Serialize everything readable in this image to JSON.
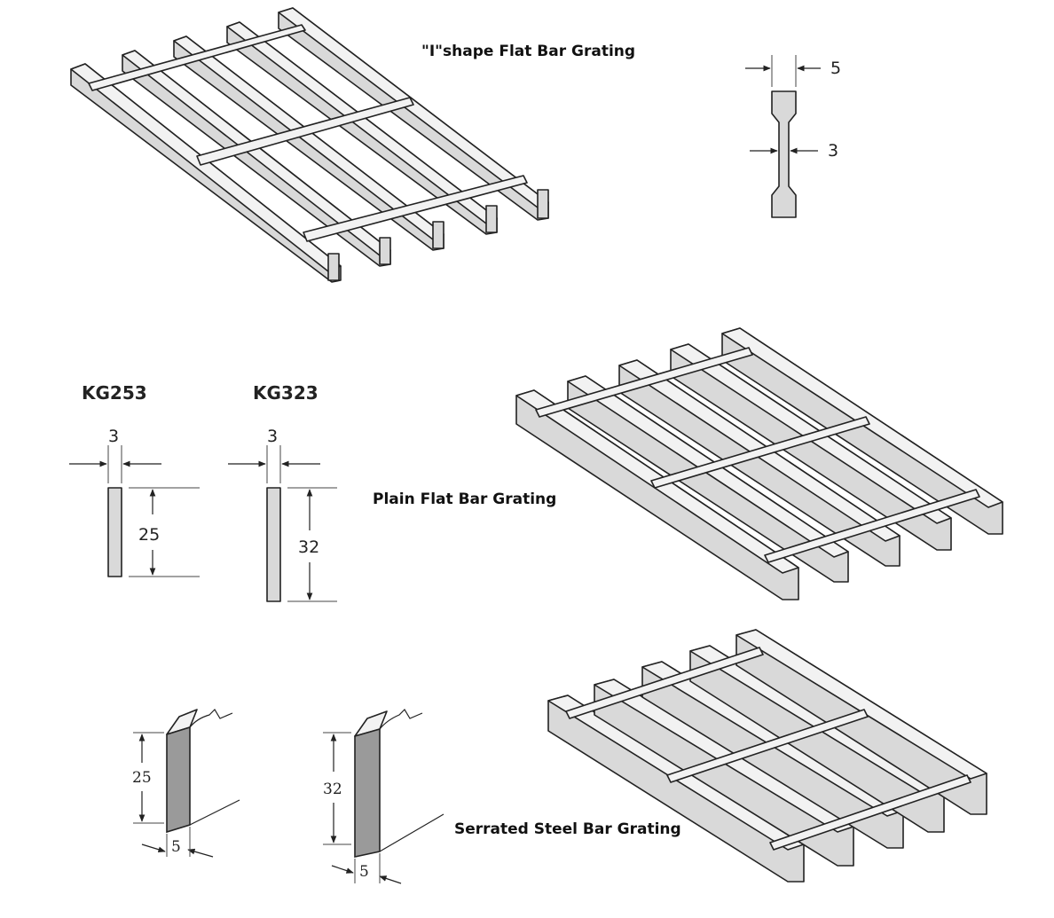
{
  "labels": {
    "i_shape_title": "\"I\"shape Flat Bar Grating",
    "plain_title": "Plain Flat Bar Grating",
    "serrated_title": "Serrated Steel Bar Grating"
  },
  "i_shape_profile": {
    "top_width": "5",
    "web_width": "3"
  },
  "plain_profiles": [
    {
      "model": "KG253",
      "thickness": "3",
      "height": "25"
    },
    {
      "model": "KG323",
      "thickness": "3",
      "height": "32"
    }
  ],
  "serrated_profiles": [
    {
      "height": "25",
      "thickness": "5"
    },
    {
      "height": "32",
      "thickness": "5"
    }
  ]
}
